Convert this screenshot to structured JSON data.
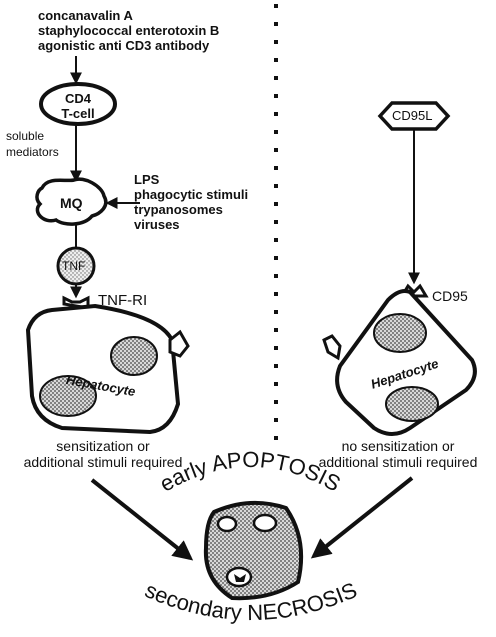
{
  "left": {
    "stimuli_top": [
      "concanavalin A",
      "staphylococcal enterotoxin B",
      "agonistic anti CD3 antibody"
    ],
    "cd4_cell": [
      "CD4",
      "T-cell"
    ],
    "soluble_mediators": [
      "soluble",
      "mediators"
    ],
    "macrophage": "MQ",
    "stimuli_side": [
      "LPS",
      "phagocytic stimuli",
      "trypanosomes",
      "viruses"
    ],
    "tnf": "TNF",
    "tnf_receptor": "TNF-RI",
    "hepatocyte": "Hepatocyte",
    "caption": [
      "sensitization or",
      "additional stimuli required"
    ]
  },
  "right": {
    "ligand": "CD95L",
    "receptor": "CD95",
    "hepatocyte": "Hepatocyte",
    "caption": [
      "no sensitization or",
      "additional stimuli required"
    ]
  },
  "outcome": {
    "top": "early APOPTOSIS",
    "bottom": "secondary NECROSIS"
  }
}
